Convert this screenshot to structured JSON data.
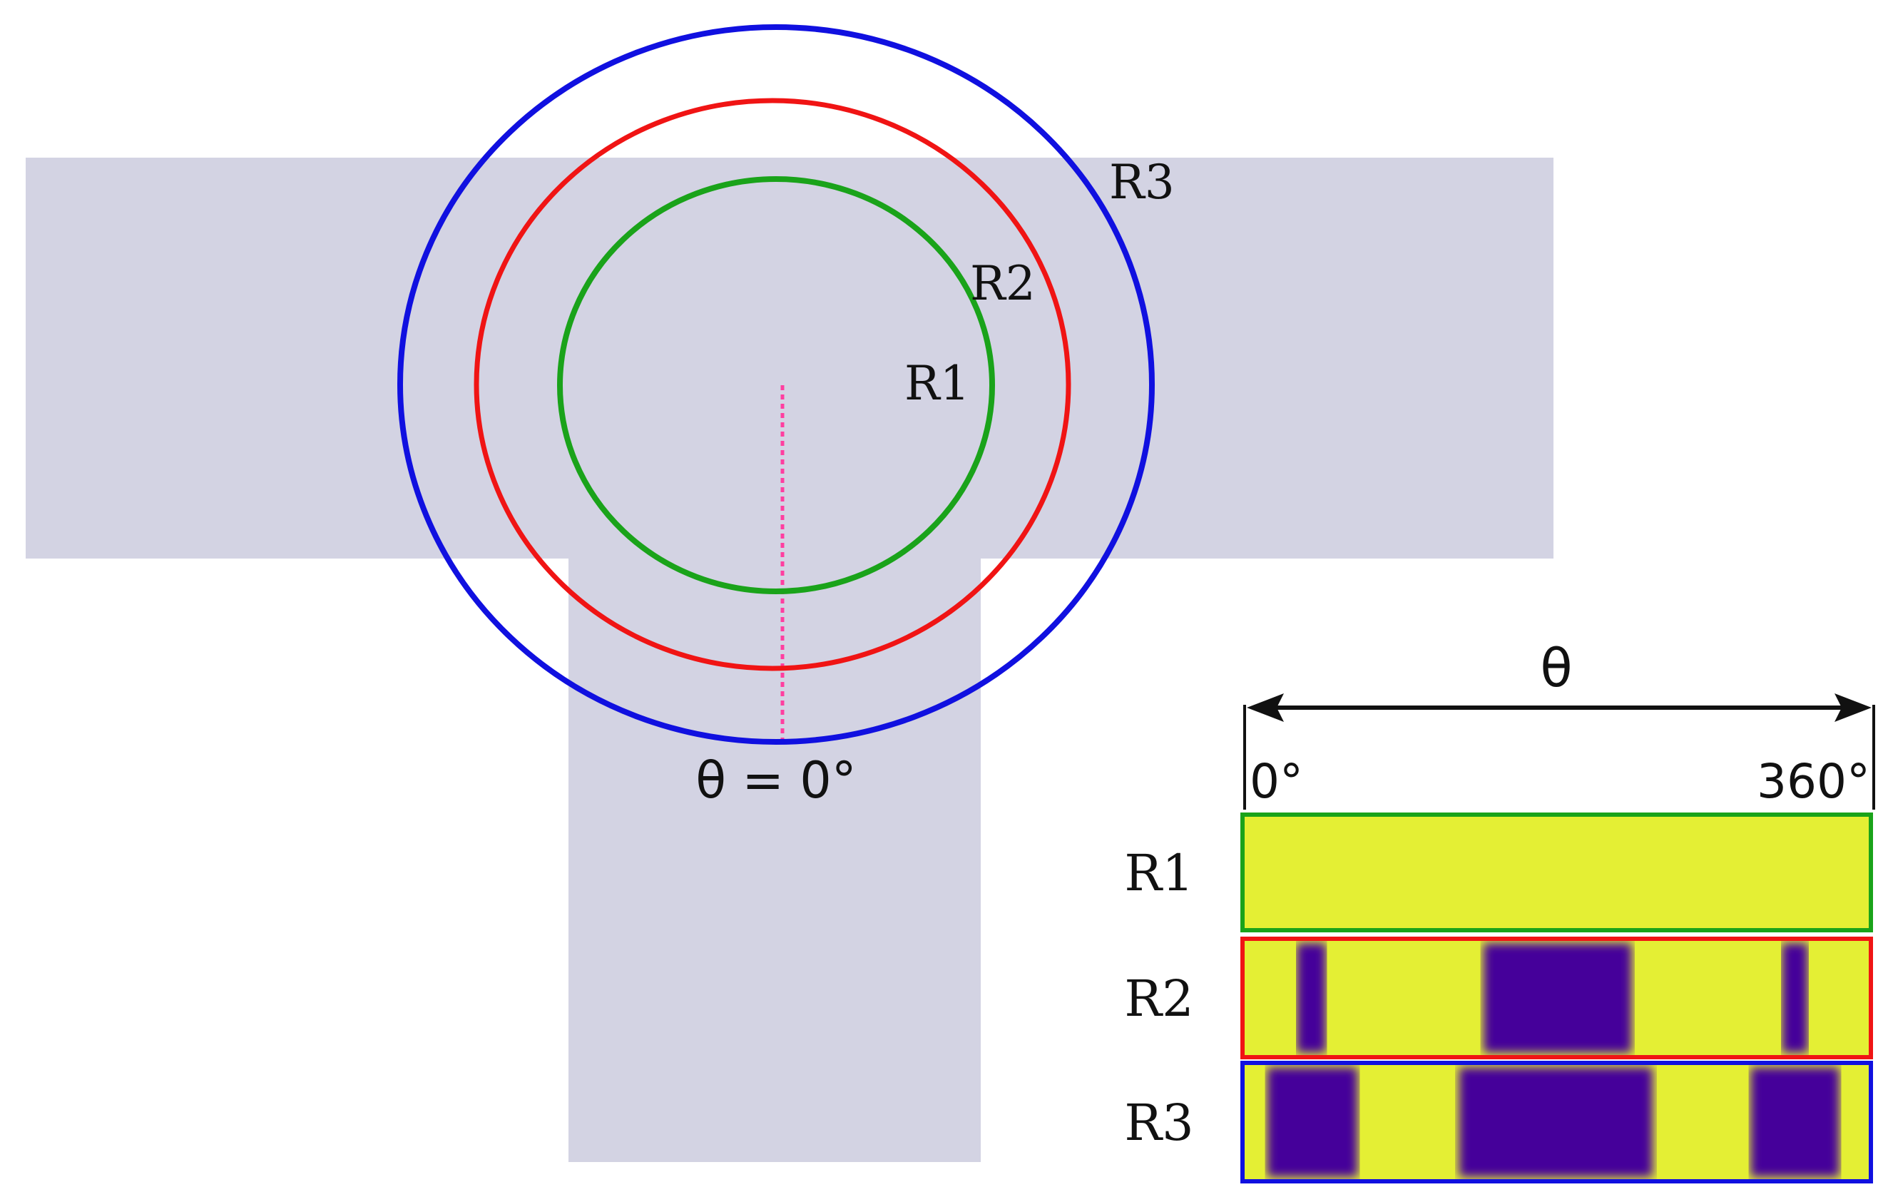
{
  "colors": {
    "background": "#ffffff",
    "tjunction_fill": "#d3d3e3",
    "ring_r1": "#1aa31a",
    "ring_r2": "#f01414",
    "ring_r3": "#1010e0",
    "reference_line": "#ff3fa0",
    "strip_base": "#e4ef34",
    "strip_band": "#44049a",
    "text": "#111111"
  },
  "labels": {
    "ring_r1": "R1",
    "ring_r2": "R2",
    "ring_r3": "R3",
    "theta_zero": "θ = 0°",
    "axis_theta": "θ",
    "axis_start": "0°",
    "axis_end": "360°",
    "strip_r1": "R1",
    "strip_r2": "R2",
    "strip_r3": "R3"
  },
  "profiles": {
    "range_degrees": [
      0,
      360
    ],
    "r1": {
      "band_intervals_deg": []
    },
    "r2": {
      "band_intervals_deg": [
        [
          31,
          48
        ],
        [
          138,
          223
        ],
        [
          309,
          324
        ]
      ]
    },
    "r3": {
      "band_intervals_deg": [
        [
          14,
          66
        ],
        [
          124,
          235
        ],
        [
          291,
          342
        ]
      ]
    }
  },
  "icons": {
    "axis_arrow": "double-headed-arrow"
  }
}
